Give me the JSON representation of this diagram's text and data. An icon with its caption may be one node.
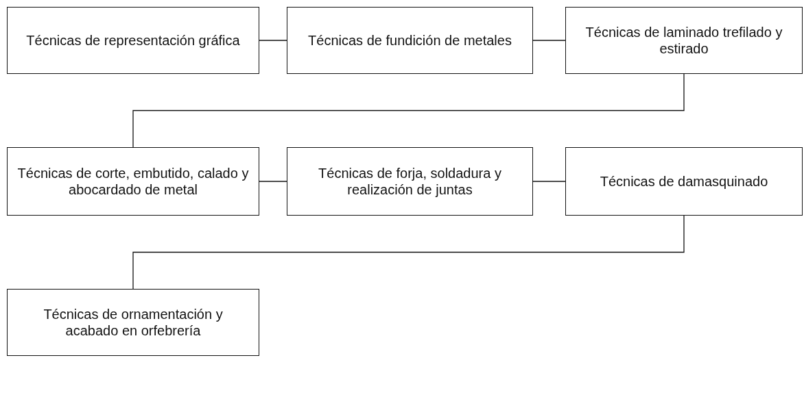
{
  "diagram": {
    "nodes": [
      {
        "text": [
          "Técnicas de representación gráfica"
        ]
      },
      {
        "text": [
          "Técnicas de fundición de metales"
        ]
      },
      {
        "text": [
          "Técnicas de laminado trefilado y estirado"
        ]
      },
      {
        "text": [
          "Técnicas de corte, embutido, calado y abocardado de metal"
        ]
      },
      {
        "text": [
          "Técnicas de forja, soldadura y realización de juntas"
        ]
      },
      {
        "text": [
          "Técnicas de damasquinado"
        ]
      },
      {
        "text": [
          "Técnicas de ornamentación y acabado en orfebrería"
        ]
      }
    ],
    "edges": [
      {
        "from": 0,
        "to": 1,
        "arrow": "none"
      },
      {
        "from": 1,
        "to": 2,
        "arrow": "none"
      },
      {
        "from": 2,
        "to": 3,
        "arrow": "none"
      },
      {
        "from": 3,
        "to": 4,
        "arrow": "none"
      },
      {
        "from": 4,
        "to": 5,
        "arrow": "none"
      },
      {
        "from": 5,
        "to": 6,
        "arrow": "none"
      }
    ]
  }
}
